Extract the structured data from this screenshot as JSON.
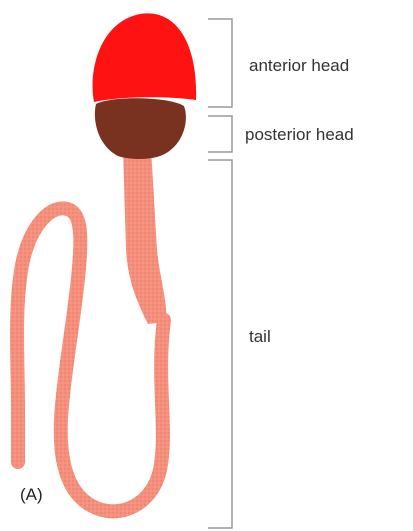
{
  "diagram": {
    "panel_label": "(A)",
    "labels": {
      "anterior_head": "anterior head",
      "posterior_head": "posterior head",
      "tail": "tail"
    },
    "colors": {
      "anterior_head": "#ff1212",
      "posterior_head": "#7a3220",
      "tail": "#f4907c",
      "tail_stipple": "#e66f5c",
      "bracket": "#9a9a9a",
      "text": "#333333"
    }
  }
}
